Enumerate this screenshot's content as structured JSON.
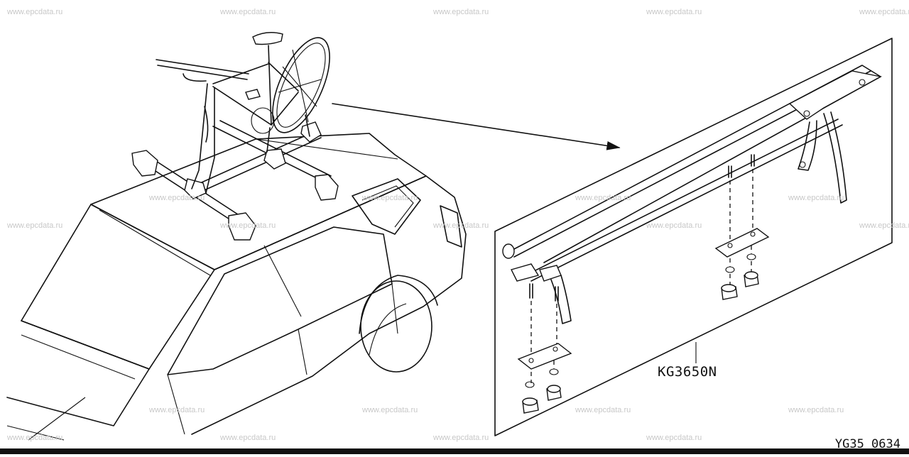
{
  "watermark_text": "www.epcdata.ru",
  "callout": {
    "part_number": "KG3650N"
  },
  "diagram_code": "YG35  0634"
}
